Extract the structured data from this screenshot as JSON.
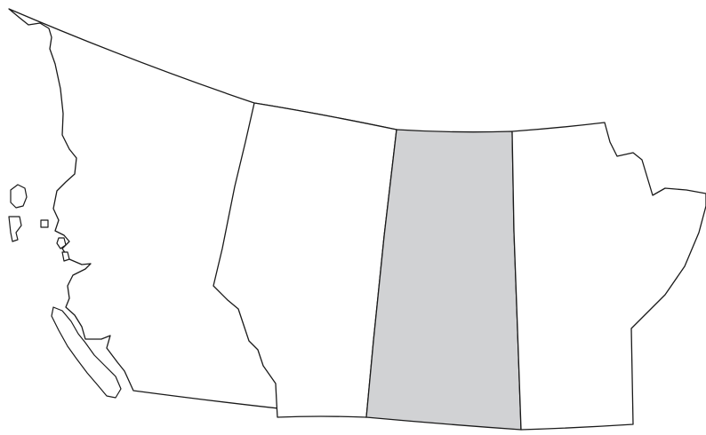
{
  "map": {
    "type": "outline-map",
    "labels_shown": false,
    "regions": [
      {
        "id": "british-columbia",
        "highlighted": false
      },
      {
        "id": "alberta",
        "highlighted": false
      },
      {
        "id": "saskatchewan",
        "highlighted": true
      },
      {
        "id": "manitoba",
        "highlighted": false
      }
    ],
    "colors": {
      "background": "#ffffff",
      "region_fill": "#ffffff",
      "highlight_fill": "#d1d2d4",
      "border": "#1a1a1a"
    }
  }
}
